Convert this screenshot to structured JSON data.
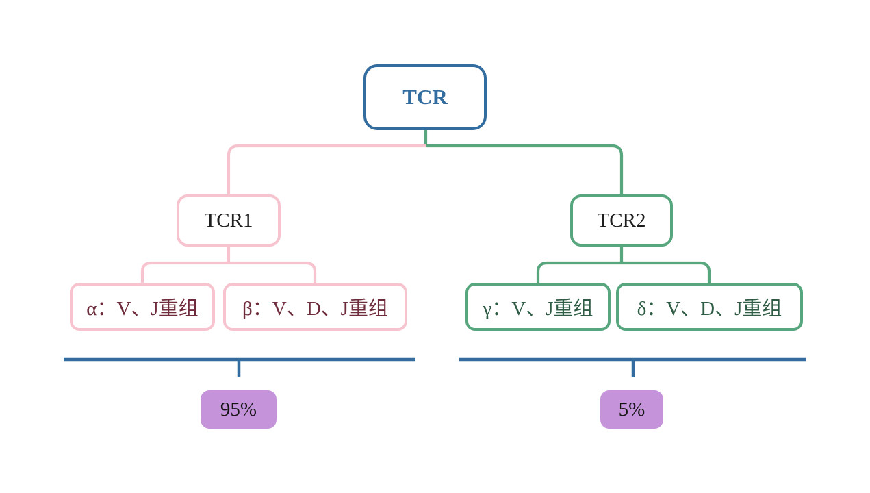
{
  "theme": {
    "blue": "#336C9E",
    "pink": "#F6C3CE",
    "green": "#57A67E",
    "dark_red": "#6E2B3B",
    "dark_green": "#2E5C45",
    "purple": "#C493D9",
    "node_text": "#1F1F1F",
    "badge_text": "#141414",
    "background": "#FFFFFF"
  },
  "diagram": {
    "type": "tree",
    "root": {
      "label": "TCR"
    },
    "branches": [
      {
        "label": "TCR1",
        "theme": "pink",
        "children": [
          {
            "label": "α：V、J重组"
          },
          {
            "label": "β：V、D、J重组"
          }
        ],
        "share": "95%"
      },
      {
        "label": "TCR2",
        "theme": "green",
        "children": [
          {
            "label": "γ：V、J重组"
          },
          {
            "label": "δ：V、D、J重组"
          }
        ],
        "share": "5%"
      }
    ]
  }
}
